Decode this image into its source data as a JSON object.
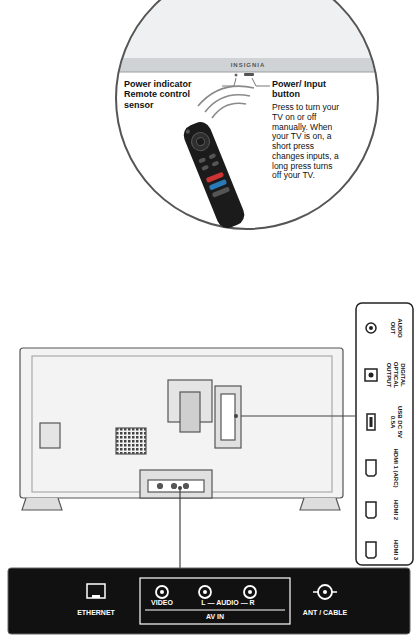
{
  "diagram": {
    "nodes": [
      {
        "text": [
          "INSIGNIA",
          "Power indicator Remote control sensor",
          "Power/ Input button",
          "Press to turn your TV on or off manually. When your TV is on, a short press changes inputs, a long press turns off your TV."
        ]
      },
      {
        "text": [
          "AUDIO OUT",
          "DIGITAL OPTICAL OUTPUT",
          "USB DC 5V 0.5A",
          "HDMI 1 (ARC)",
          "HDMI 2",
          "HDMI 3"
        ]
      },
      {
        "text": [
          "ETHERNET",
          "ANT / CABLE"
        ]
      },
      {
        "text": [
          "VIDEO",
          "L — AUDIO — R",
          "AV IN"
        ],
        "in": 2
      }
    ],
    "edges": []
  }
}
